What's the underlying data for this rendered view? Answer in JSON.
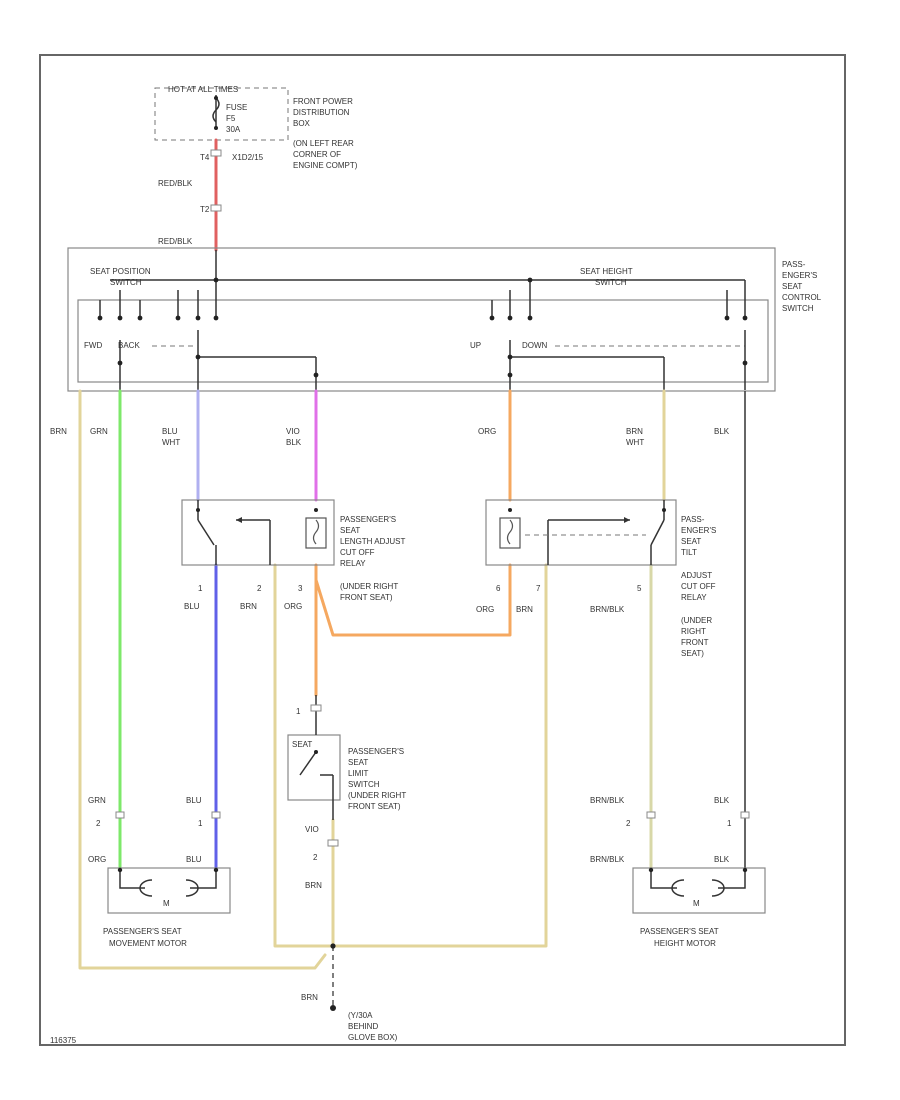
{
  "labels": {
    "hot_at_all_times": "HOT AT ALL TIMES",
    "fuse": "FUSE",
    "fuse_id": "F5",
    "fuse_amp": "30A",
    "front_power_dist": "FRONT POWER",
    "front_power_dist2": "DISTRIBUTION",
    "front_power_dist3": "BOX",
    "front_power_loc1": "(ON LEFT REAR",
    "front_power_loc2": "CORNER OF",
    "front_power_loc3": "ENGINE COMPT)",
    "pin_t4": "T4",
    "connector_x": "X1D2/15",
    "wire_red_blk_1": "RED/BLK",
    "pin_t2": "T2",
    "wire_red_blk_2": "RED/BLK",
    "seat_position": "SEAT POSITION",
    "seat_position_switch": "SWITCH",
    "seat_height": "SEAT HEIGHT",
    "seat_height_switch": "SWITCH",
    "pcs1": "PASS-",
    "pcs2": "ENGER'S",
    "pcs3": "SEAT",
    "pcs4": "CONTROL",
    "pcs5": "SWITCH",
    "fwd": "FWD",
    "back": "BACK",
    "up": "UP",
    "down": "DOWN",
    "w_brn_left": "BRN",
    "w_grn_left": "GRN",
    "w_blu_wht_1": "BLU",
    "w_blu_wht_2": "WHT",
    "w_vio_blk_1": "VIO",
    "w_vio_blk_2": "BLK",
    "w_org": "ORG",
    "w_brn_wht_1": "BRN",
    "w_brn_wht_2": "WHT",
    "w_blk_right": "BLK",
    "lr1": "PASSENGER'S",
    "lr2": "SEAT",
    "lr3": "LENGTH ADJUST",
    "lr4": "CUT OFF",
    "lr5": "RELAY",
    "lr6": "(UNDER RIGHT",
    "lr7": "FRONT SEAT)",
    "tr1": "PASS-",
    "tr2": "ENGER'S",
    "tr3": "SEAT",
    "tr4": "TILT",
    "tr5": "ADJUST",
    "tr6": "CUT OFF",
    "tr7": "RELAY",
    "tr8": "(UNDER",
    "tr9": "RIGHT",
    "tr10": "FRONT",
    "tr11": "SEAT)",
    "p1_a": "1",
    "p2_a": "2",
    "p3_a": "3",
    "p6_b": "6",
    "p7_b": "7",
    "p5_b": "5",
    "r_blu": "BLU",
    "r_brn": "BRN",
    "r_org1": "ORG",
    "r_org2": "ORG",
    "r_brn2": "BRN",
    "r_brn_blk": "BRN/BLK",
    "ls_pin1": "1",
    "ls_seat": "SEAT",
    "ls1": "PASSENGER'S",
    "ls2": "SEAT",
    "ls3": "LIMIT",
    "ls4": "SWITCH",
    "ls5": "(UNDER RIGHT",
    "ls6": "FRONT SEAT)",
    "ls_vio": "VIO",
    "ls_pin2": "2",
    "ls_brn": "BRN",
    "ml_grn": "GRN",
    "ml_2": "2",
    "ml_blu": "BLU",
    "ml_1": "1",
    "ml_org": "ORG",
    "ml_blu2": "BLU",
    "ml_m": "M",
    "ml_name1": "PASSENGER'S SEAT",
    "ml_name2": "MOVEMENT MOTOR",
    "mr_brn_blk": "BRN/BLK",
    "mr_2": "2",
    "mr_blk": "BLK",
    "mr_1": "1",
    "mr_brn_blk2": "BRN/BLK",
    "mr_blk2": "BLK",
    "mr_m": "M",
    "mr_name1": "PASSENGER'S SEAT",
    "mr_name2": "HEIGHT MOTOR",
    "gnd_brn": "BRN",
    "gnd1": "(Y/30A",
    "gnd2": "BEHIND",
    "gnd3": "GLOVE BOX)",
    "figure_id": "116375"
  },
  "colors": {
    "red": "#e06060",
    "green": "#7ee86a",
    "blue": "#6060e8",
    "light_blue": "#b0b0f0",
    "violet": "#e070e8",
    "orange": "#f5a860",
    "tan": "#e2d49a",
    "khaki": "#d8d8a8",
    "gray": "#999999"
  }
}
